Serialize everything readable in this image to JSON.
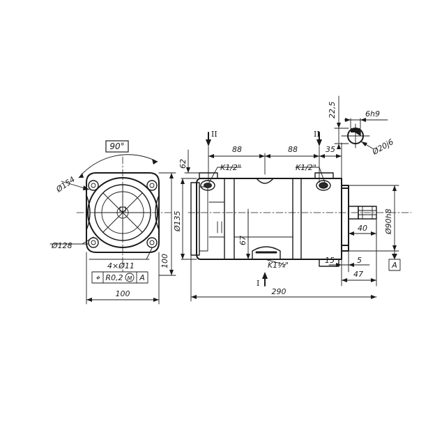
{
  "front_view": {
    "angle": "90°",
    "bolt_circle": "Ø154",
    "pilot_diameter": "Ø128",
    "holes": "4×Ø11",
    "tolerance_frame": [
      "⌖",
      "R0,2",
      "M",
      "A"
    ],
    "width": "100",
    "height": "100"
  },
  "side_view": {
    "section_mark_left": "II",
    "section_mark_right": "II",
    "section_mark_bottom": "I",
    "dim_88_left": "88",
    "dim_88_right": "88",
    "dim_35": "35",
    "dim_62": "62",
    "port_left": "K1/2\"",
    "port_right": "K1/2\"",
    "port_bottom": "K1¼\"",
    "dim_135": "Ø135",
    "dim_67": "67",
    "dim_90h8": "Ø90h8",
    "dim_40": "40",
    "dim_15": "15",
    "dim_5": "5",
    "dim_47": "47",
    "dim_290": "290",
    "datum": "A"
  },
  "shaft_detail": {
    "dim_22_5": "22,5",
    "key_width": "6h9",
    "shaft_diameter": "Ø20j6"
  }
}
